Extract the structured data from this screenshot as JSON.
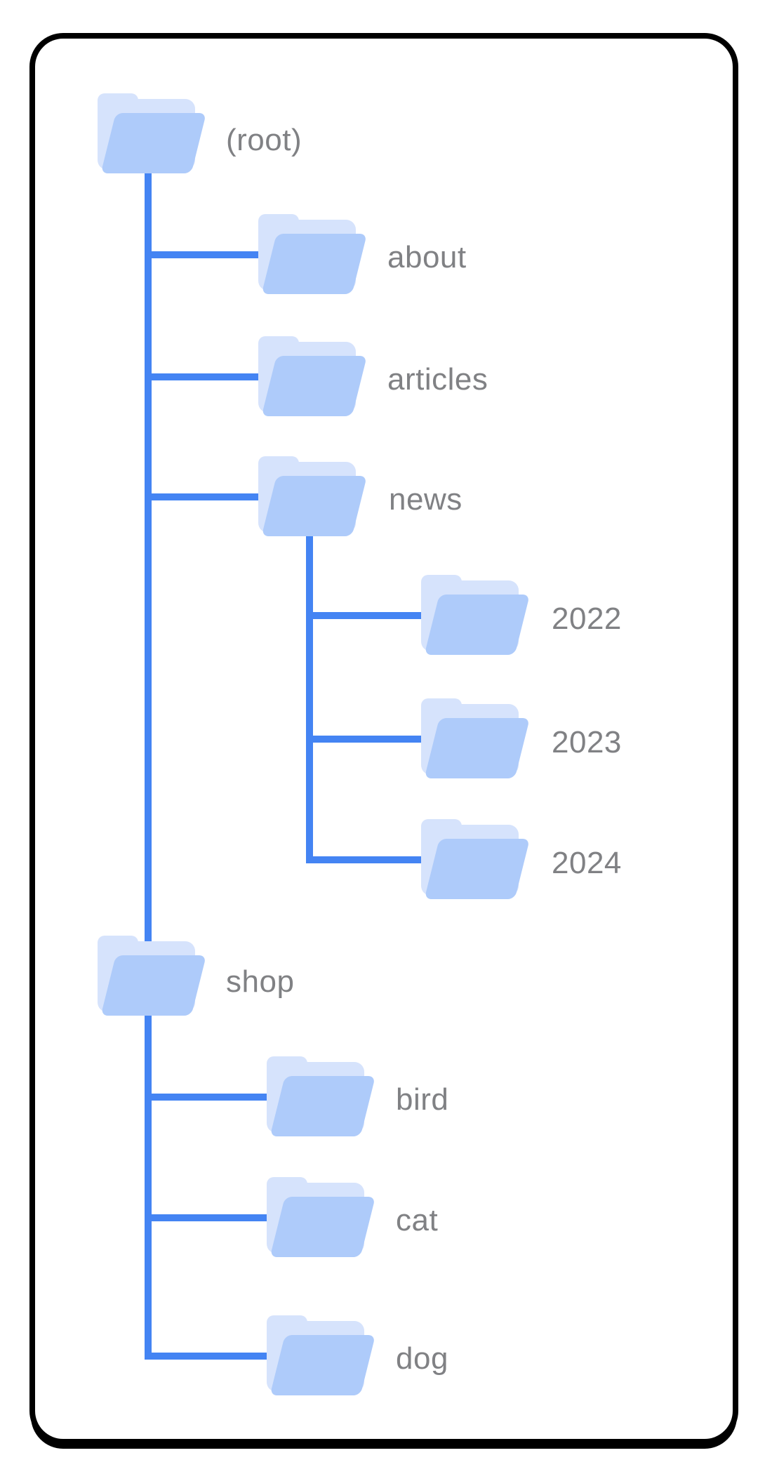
{
  "diagram": {
    "type": "folder-tree",
    "colors": {
      "canvas_background": "#ffffff",
      "card_border": "#000000",
      "connector": "#4484f3",
      "folder_front": "#aecbfa",
      "folder_back": "#d6e3fc",
      "label_text": "#808184"
    },
    "nodes": [
      {
        "label": "(root)"
      },
      {
        "label": "about",
        "parent": "(root)"
      },
      {
        "label": "articles",
        "parent": "(root)"
      },
      {
        "label": "news",
        "parent": "(root)"
      },
      {
        "label": "2022",
        "parent": "news"
      },
      {
        "label": "2023",
        "parent": "news"
      },
      {
        "label": "2024",
        "parent": "news"
      },
      {
        "label": "shop",
        "parent": "(root)"
      },
      {
        "label": "bird",
        "parent": "shop"
      },
      {
        "label": "cat",
        "parent": "shop"
      },
      {
        "label": "dog",
        "parent": "shop"
      }
    ]
  }
}
